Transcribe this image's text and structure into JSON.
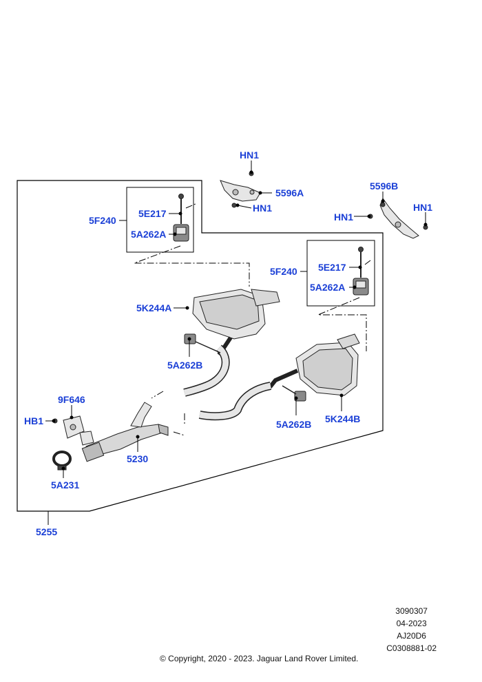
{
  "callouts": {
    "hn1_top": "HN1",
    "c5596a": "5596A",
    "hn1_mid": "HN1",
    "c5596b": "5596B",
    "hn1_right_a": "HN1",
    "hn1_right_b": "HN1",
    "c5f240_left": "5F240",
    "c5e217_left": "5E217",
    "c5a262a_left": "5A262A",
    "c5f240_right": "5F240",
    "c5e217_right": "5E217",
    "c5a262a_right": "5A262A",
    "c5k244a": "5K244A",
    "c5a262b_left": "5A262B",
    "c5a262b_right": "5A262B",
    "c5k244b": "5K244B",
    "c9f646": "9F646",
    "hb1": "HB1",
    "c5230": "5230",
    "c5a231": "5A231",
    "c5255": "5255"
  },
  "meta": {
    "code1": "3090307",
    "date": "04-2023",
    "model": "AJ20D6",
    "ref": "C0308881-02"
  },
  "copyright": "© Copyright, 2020 - 2023. Jaguar Land Rover Limited.",
  "colors": {
    "label": "#1a3fd6",
    "line": "#000000",
    "part_fill": "#e6e6e6",
    "part_dark": "#8a8a8a"
  }
}
